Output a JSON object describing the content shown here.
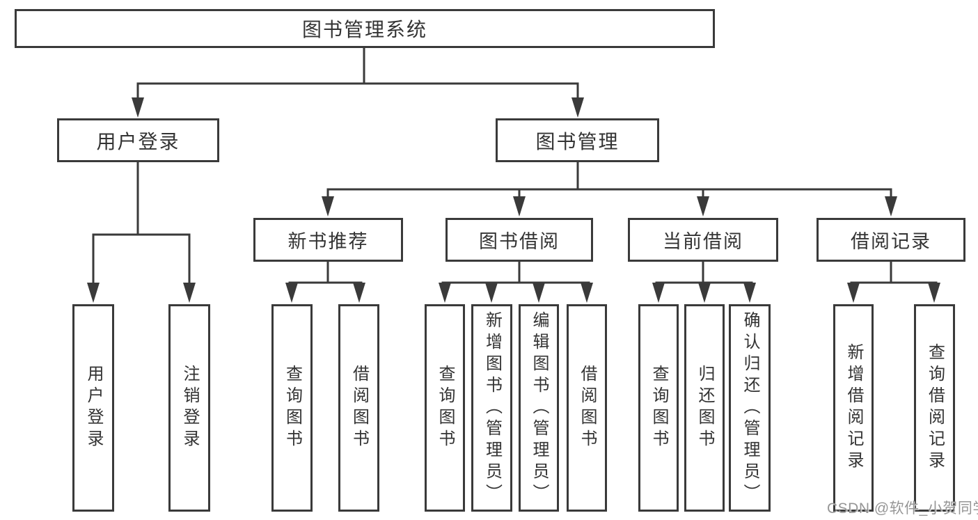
{
  "colors": {
    "line": "#3a3a3a",
    "text": "#333333",
    "box_background": "#ffffff",
    "page_background": "#ffffff",
    "watermark": "#969696"
  },
  "watermark": {
    "text": "CSDN @软件_小贺同学"
  },
  "tree": {
    "label": "图书管理系统",
    "children": [
      {
        "label": "用户登录",
        "children": [
          {
            "label": "用户登录"
          },
          {
            "label": "注销登录"
          }
        ]
      },
      {
        "label": "图书管理",
        "children": [
          {
            "label": "新书推荐",
            "children": [
              {
                "label": "查询图书"
              },
              {
                "label": "借阅图书"
              }
            ]
          },
          {
            "label": "图书借阅",
            "children": [
              {
                "label": "查询图书"
              },
              {
                "label": "新增图书（管理员）"
              },
              {
                "label": "编辑图书（管理员）"
              },
              {
                "label": "借阅图书"
              }
            ]
          },
          {
            "label": "当前借阅",
            "children": [
              {
                "label": "查询图书"
              },
              {
                "label": "归还图书"
              },
              {
                "label": "确认归还（管理员）"
              }
            ]
          },
          {
            "label": "借阅记录",
            "children": [
              {
                "label": "新增借阅记录"
              },
              {
                "label": "查询借阅记录"
              }
            ]
          }
        ]
      }
    ]
  }
}
